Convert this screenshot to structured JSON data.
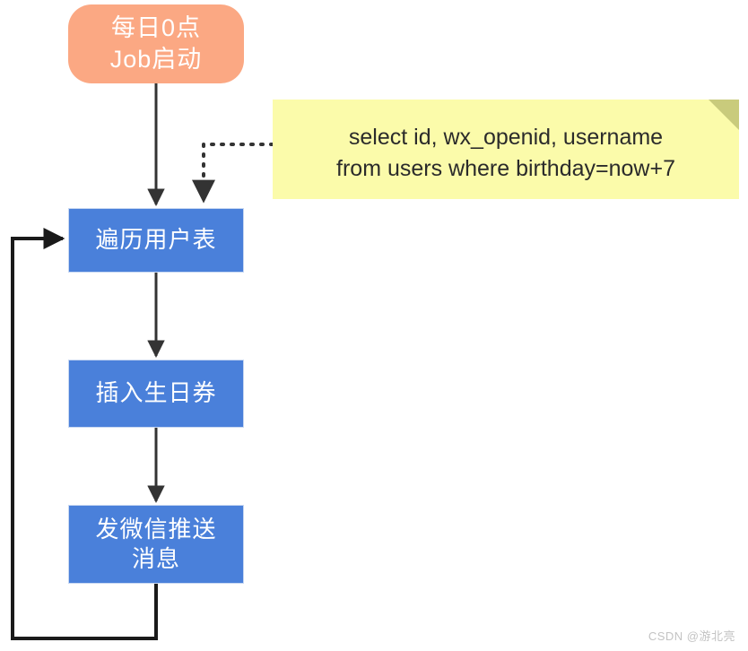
{
  "diagram": {
    "type": "flowchart",
    "title": "",
    "background_color": "#ffffff",
    "nodes": [
      {
        "id": "start",
        "label": "每日0点\nJob启动",
        "shape": "rounded-rectangle",
        "fill": "#fba883",
        "text_color": "#ffffff"
      },
      {
        "id": "traverse",
        "label": "遍历用户表",
        "shape": "rectangle",
        "fill": "#4a80da",
        "text_color": "#ffffff"
      },
      {
        "id": "insert",
        "label": "插入生日券",
        "shape": "rectangle",
        "fill": "#4a80da",
        "text_color": "#ffffff"
      },
      {
        "id": "push",
        "label": "发微信推送\n消息",
        "shape": "rectangle",
        "fill": "#4a80da",
        "text_color": "#ffffff"
      }
    ],
    "note": {
      "id": "sql-note",
      "text": "select id, wx_openid, username\nfrom users where birthday=now+7",
      "fill": "#fbfbaa",
      "fold_fill": "#c9cb7c",
      "text_color": "#2b2b2b"
    },
    "edges": [
      {
        "from": "start",
        "to": "traverse",
        "style": "solid",
        "arrow": "end"
      },
      {
        "from": "sql-note",
        "to": "traverse",
        "style": "dotted",
        "arrow": "end"
      },
      {
        "from": "traverse",
        "to": "insert",
        "style": "solid",
        "arrow": "end"
      },
      {
        "from": "insert",
        "to": "push",
        "style": "solid",
        "arrow": "end"
      },
      {
        "from": "push",
        "to": "traverse",
        "style": "solid",
        "arrow": "end",
        "routing": "loop-back-left"
      }
    ],
    "edge_color": "#333333"
  },
  "watermark": {
    "text": "CSDN @游北亮",
    "color": "#c3c3c3"
  }
}
